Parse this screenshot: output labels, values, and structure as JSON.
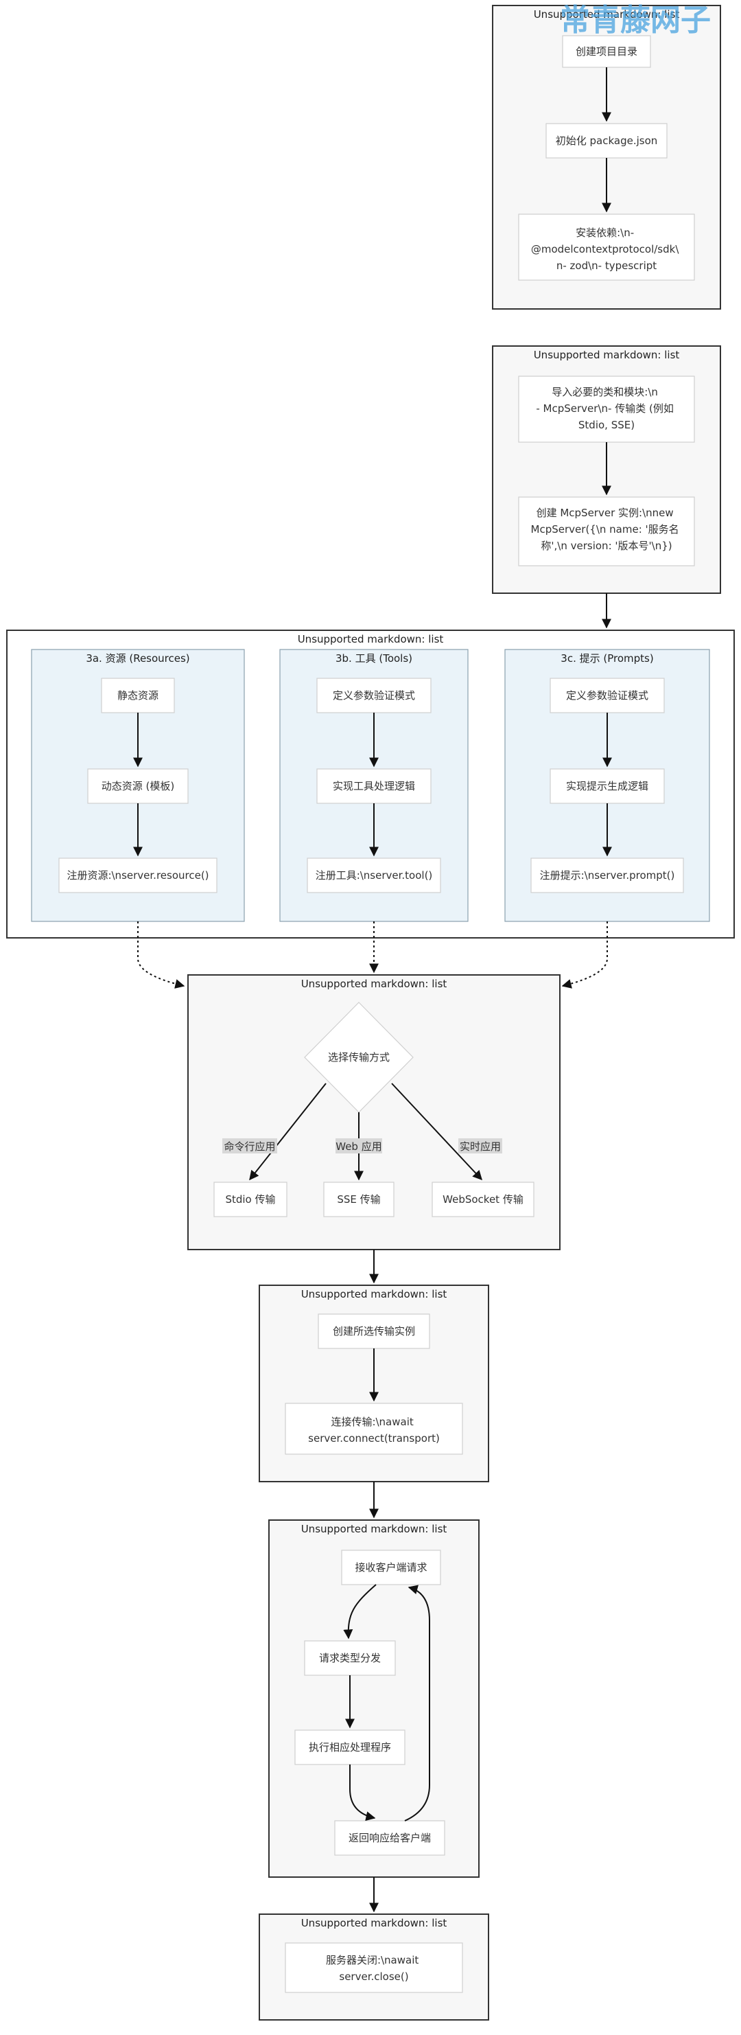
{
  "watermark": "常青藤网子",
  "groups": {
    "g1": {
      "title": "Unsupported markdown: list",
      "nodes": [
        "创建项目目录",
        "初始化 package.json",
        "安装依赖:\\n- @modelcontextprotocol/sdk\\n- zod\\n- typescript"
      ]
    },
    "g2": {
      "title": "Unsupported markdown: list",
      "nodes": [
        "导入必要的类和模块:\\n- McpServer\\n- 传输类 (例如 Stdio, SSE)",
        "创建 McpServer 实例:\\nnew McpServer({\\n  name: '服务名称',\\n  version: '版本号'\\n})"
      ]
    },
    "g3": {
      "title": "Unsupported markdown: list",
      "sub": [
        {
          "title": "3a. 资源 (Resources)",
          "nodes": [
            "静态资源",
            "动态资源 (模板)",
            "注册资源:\\nserver.resource()"
          ]
        },
        {
          "title": "3b. 工具 (Tools)",
          "nodes": [
            "定义参数验证模式",
            "实现工具处理逻辑",
            "注册工具:\\nserver.tool()"
          ]
        },
        {
          "title": "3c. 提示 (Prompts)",
          "nodes": [
            "定义参数验证模式",
            "实现提示生成逻辑",
            "注册提示:\\nserver.prompt()"
          ]
        }
      ]
    },
    "g4": {
      "title": "Unsupported markdown: list",
      "decision": "选择传输方式",
      "labels": [
        "命令行应用",
        "Web 应用",
        "实时应用"
      ],
      "nodes": [
        "Stdio 传输",
        "SSE 传输",
        "WebSocket 传输"
      ]
    },
    "g5": {
      "title": "Unsupported markdown: list",
      "nodes": [
        "创建所选传输实例",
        "连接传输:\\nawait server.connect(transport)"
      ]
    },
    "g6": {
      "title": "Unsupported markdown: list",
      "nodes": [
        "接收客户端请求",
        "请求类型分发",
        "执行相应处理程序",
        "返回响应给客户端"
      ]
    },
    "g7": {
      "title": "Unsupported markdown: list",
      "nodes": [
        "服务器关闭:\\nawait server.close()"
      ]
    }
  }
}
